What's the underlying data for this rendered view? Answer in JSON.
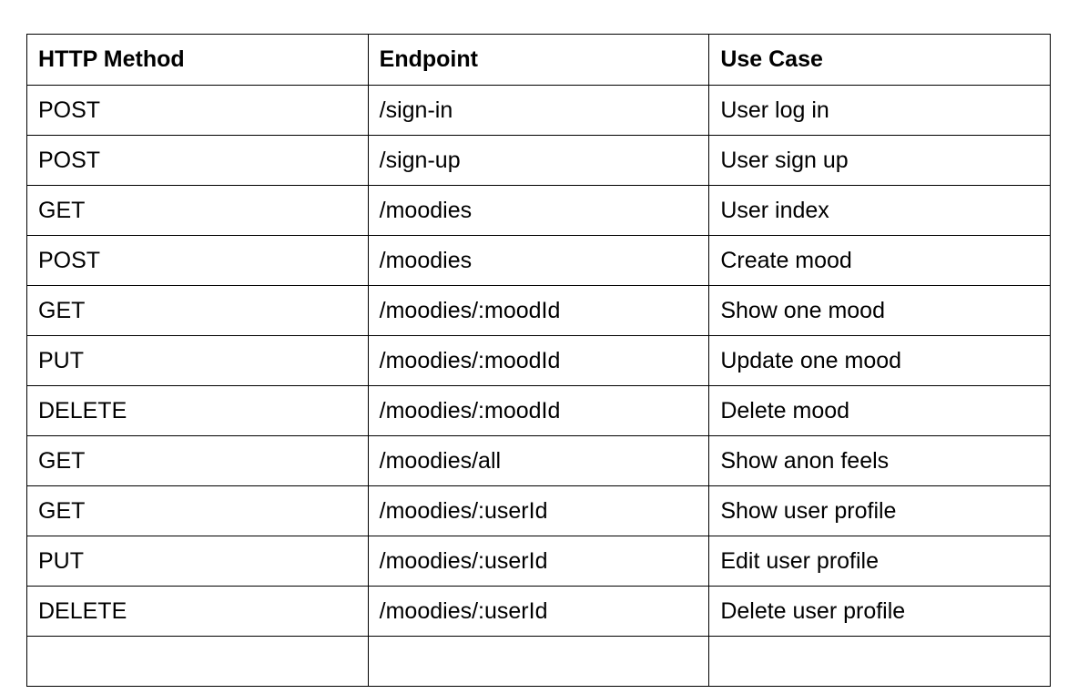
{
  "table": {
    "headers": [
      "HTTP Method",
      "Endpoint",
      "Use Case"
    ],
    "rows": [
      [
        "POST",
        "/sign-in",
        "User log in"
      ],
      [
        "POST",
        "/sign-up",
        "User sign up"
      ],
      [
        "GET",
        "/moodies",
        "User index"
      ],
      [
        "POST",
        "/moodies",
        "Create mood"
      ],
      [
        "GET",
        "/moodies/:moodId",
        "Show one mood"
      ],
      [
        "PUT",
        "/moodies/:moodId",
        "Update one mood"
      ],
      [
        "DELETE",
        "/moodies/:moodId",
        "Delete mood"
      ],
      [
        "GET",
        "/moodies/all",
        "Show anon feels"
      ],
      [
        "GET",
        "/moodies/:userId",
        "Show user profile"
      ],
      [
        "PUT",
        "/moodies/:userId",
        "Edit user profile"
      ],
      [
        "DELETE",
        "/moodies/:userId",
        "Delete user profile"
      ],
      [
        "",
        "",
        ""
      ]
    ]
  }
}
